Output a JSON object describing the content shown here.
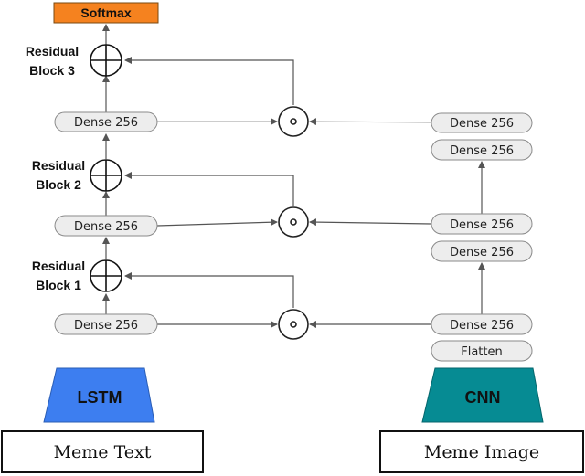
{
  "output": {
    "label": "Softmax",
    "color": "#f5821f"
  },
  "residual_blocks": [
    {
      "line1": "Residual",
      "line2": "Block 3"
    },
    {
      "line1": "Residual",
      "line2": "Block 2"
    },
    {
      "line1": "Residual",
      "line2": "Block 1"
    }
  ],
  "text_branch": {
    "dense": [
      "Dense 256",
      "Dense 256",
      "Dense 256"
    ],
    "encoder": {
      "label": "LSTM",
      "color": "#3d7ef0"
    },
    "input": "Meme Text"
  },
  "image_branch": {
    "dense": [
      "Dense 256",
      "Dense 256",
      "Dense 256",
      "Dense 256",
      "Dense 256"
    ],
    "flatten": "Flatten",
    "encoder": {
      "label": "CNN",
      "color": "#068b93"
    },
    "input": "Meme Image"
  },
  "icons": {
    "fusion_op": "dot-product-icon",
    "residual_op": "add-icon"
  }
}
